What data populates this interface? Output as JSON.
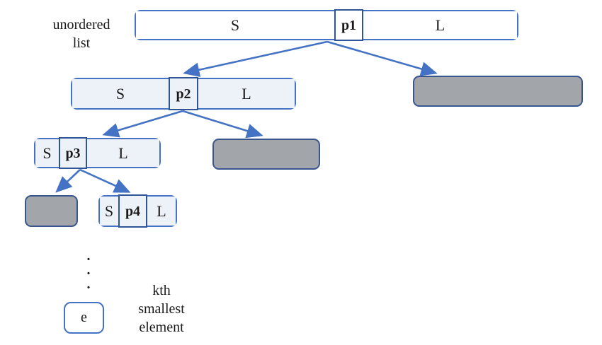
{
  "labels": {
    "unordered_list_line1": "unordered",
    "unordered_list_line2": "list",
    "kth_line1": "kth",
    "kth_line2": "smallest",
    "kth_line3": "element"
  },
  "dots": [
    ".",
    ".",
    "."
  ],
  "nodes": {
    "level1": {
      "s": "S",
      "pivot": "p1",
      "l": "L"
    },
    "level2": {
      "s": "S",
      "pivot": "p2",
      "l": "L"
    },
    "level3": {
      "s": "S",
      "pivot": "p3",
      "l": "L"
    },
    "level4": {
      "s": "S",
      "pivot": "p4",
      "l": "L"
    },
    "result": "e"
  },
  "colors": {
    "arrow": "#4472C4",
    "box_border": "#4472C4",
    "pivot_border": "#2F5597",
    "light_fill": "#EDF1F8",
    "white_fill": "#FFFFFF",
    "gray_fill": "#A2A5AA",
    "gray_border": "#39558D",
    "text": "#1A1A1A"
  }
}
